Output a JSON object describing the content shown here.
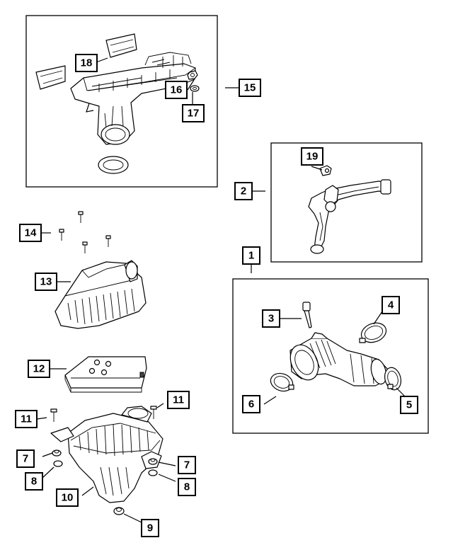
{
  "callouts": {
    "c1": "1",
    "c2": "2",
    "c3": "3",
    "c4": "4",
    "c5": "5",
    "c6": "6",
    "c7a": "7",
    "c7b": "7",
    "c8a": "8",
    "c8b": "8",
    "c9": "9",
    "c10": "10",
    "c11a": "11",
    "c11b": "11",
    "c12": "12",
    "c13": "13",
    "c14": "14",
    "c15": "15",
    "c16": "16",
    "c17": "17",
    "c18": "18",
    "c19": "19"
  },
  "colors": {
    "line": "#000000",
    "background": "#ffffff",
    "shade": "#d9d9d9"
  }
}
